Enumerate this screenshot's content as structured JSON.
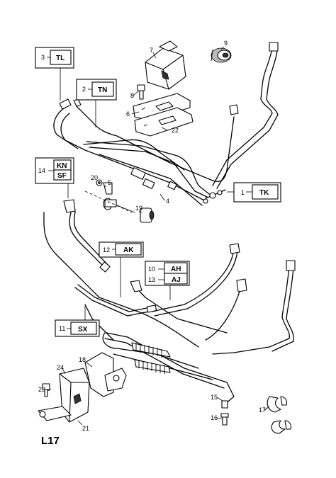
{
  "page_code": "L17",
  "callouts": {
    "c3": {
      "num": "3",
      "code": "TL"
    },
    "c2": {
      "num": "2",
      "code": "TN"
    },
    "c14": {
      "num": "14",
      "code1": "KN",
      "code2": "SF"
    },
    "c1": {
      "num": "1",
      "code": "TK"
    },
    "c12": {
      "num": "12",
      "code": "AK"
    },
    "c10": {
      "num": "10",
      "code": "AH"
    },
    "c13": {
      "num": "13",
      "code": "AJ"
    },
    "c11": {
      "num": "11",
      "code": "SX"
    }
  },
  "part_numbers": {
    "p4": "4",
    "p5": "5",
    "p6": "6",
    "p7": "7",
    "p8": "8",
    "p9": "9",
    "p15": "15",
    "p16": "16",
    "p17": "17",
    "p18": "18",
    "p19": "19",
    "p20": "20",
    "p21": "21",
    "p22": "22",
    "p23": "23",
    "p24": "24"
  }
}
